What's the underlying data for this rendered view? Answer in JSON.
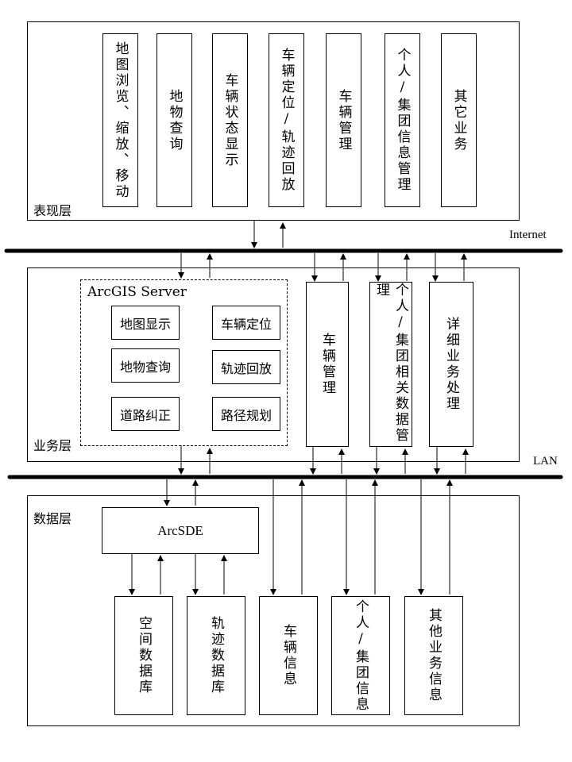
{
  "layers": {
    "presentation": "表现层",
    "business": "业务层",
    "data": "数据层"
  },
  "buses": {
    "internet": "Internet",
    "lan": "LAN"
  },
  "presentation_modules": [
    "地图浏览、缩放、移动",
    "地物查询",
    "车辆状态显示",
    "车辆定位/轨迹回放",
    "车辆管理",
    "个人/集团信息管理",
    "其它业务"
  ],
  "arcgis": {
    "title": "ArcGIS Server",
    "functions": [
      "地图显示",
      "车辆定位",
      "地物查询",
      "轨迹回放",
      "道路纠正",
      "路径规划"
    ]
  },
  "business_modules": [
    "车辆管理",
    "个人/集团相关数据管理",
    "详细业务处理"
  ],
  "arcsde": "ArcSDE",
  "data_stores": [
    "空间数据库",
    "轨迹数据库",
    "车辆信息",
    "个人/集团信息",
    "其他业务信息"
  ]
}
